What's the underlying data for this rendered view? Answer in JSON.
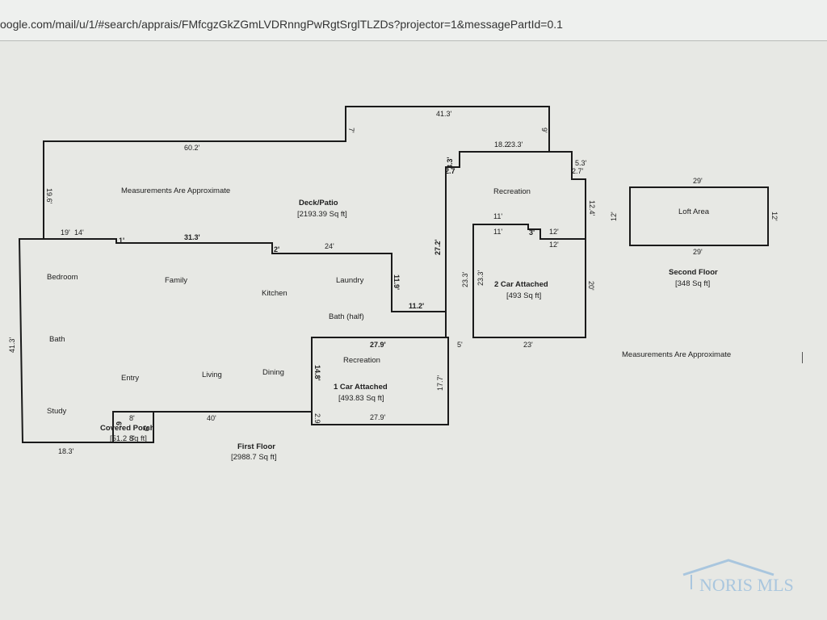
{
  "browser": {
    "url": "oogle.com/mail/u/1/#search/apprais/FMfcgzGkZGmLVDRnngPwRgtSrglTLZDs?projector=1&messagePartId=0.1"
  },
  "plan": {
    "first_floor": {
      "title": "First Floor",
      "area": "[2988.7 Sq ft]"
    },
    "deck_patio": {
      "title": "Deck/Patio",
      "area": "[2193.39 Sq ft]"
    },
    "garage_2car": {
      "title": "2 Car Attached",
      "area": "[493 Sq ft]"
    },
    "garage_1car": {
      "title": "1 Car Attached",
      "area": "[493.83 Sq ft]"
    },
    "covered_porch": {
      "title": "Covered Porch",
      "area": "[51.2 Sq ft]"
    },
    "second_floor": {
      "title": "Second Floor",
      "area": "[348 Sq ft]"
    },
    "note_deck": "Measurements Are Approximate",
    "note_right": "Measurements Are Approximate",
    "rooms": {
      "bedroom": "Bedroom",
      "family": "Family",
      "kitchen": "Kitchen",
      "laundry": "Laundry",
      "bath_half": "Bath (half)",
      "bath": "Bath",
      "entry": "Entry",
      "living": "Living",
      "dining": "Dining",
      "study": "Study",
      "recreation_upper": "Recreation",
      "recreation_lower": "Recreation",
      "loft_area": "Loft Area"
    },
    "dimensions": {
      "d60_2": "60.2'",
      "d41_3_top": "41.3'",
      "d7": "7'",
      "d9": "9'",
      "d18_2": "18.2",
      "d23_3": "23.3'",
      "d5_3": "5.3'",
      "d2_7": "2.7'",
      "d2_7_left": "2.7",
      "d3_3": "3.3'",
      "d19_6": "19.6'",
      "d19": "19'",
      "d14": "14'",
      "d1": "1'",
      "d31_3": "31.3'",
      "d2": "2'",
      "d24": "24'",
      "d27_2": "27.2'",
      "d11_9": "11.9'",
      "d11_2": "11.2'",
      "d11_a": "11'",
      "d11_b": "11'",
      "d3": "3'",
      "d12_a": "12'",
      "d12_b": "12'",
      "d12_4": "12.4'",
      "d23_3_v": "23.3'",
      "d23_3_v2": "23.3'",
      "d20": "20'",
      "d5": "5'",
      "d23": "23'",
      "d41_3": "41.3'",
      "d27_9_top": "27.9'",
      "d14_8": "14.8'",
      "d17_7": "17.7'",
      "d2_9": "2.9'",
      "d27_9_bot": "27.9'",
      "d40": "40'",
      "d18_3": "18.3'",
      "d8_top": "8'",
      "d8_bot": "8'",
      "d6_l": "6'",
      "d6_r": "6'",
      "loft_29_top": "29'",
      "loft_29_bot": "29'",
      "loft_12_l": "12'",
      "loft_12_r": "12'"
    }
  },
  "watermark": {
    "text": "NORIS MLS",
    "color": "#a9c6de"
  }
}
